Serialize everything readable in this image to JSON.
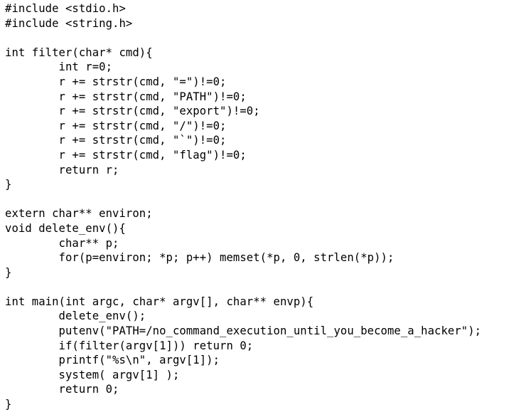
{
  "code": {
    "lines": [
      "#include <stdio.h>",
      "#include <string.h>",
      "",
      "int filter(char* cmd){",
      "        int r=0;",
      "        r += strstr(cmd, \"=\")!=0;",
      "        r += strstr(cmd, \"PATH\")!=0;",
      "        r += strstr(cmd, \"export\")!=0;",
      "        r += strstr(cmd, \"/\")!=0;",
      "        r += strstr(cmd, \"`\")!=0;",
      "        r += strstr(cmd, \"flag\")!=0;",
      "        return r;",
      "}",
      "",
      "extern char** environ;",
      "void delete_env(){",
      "        char** p;",
      "        for(p=environ; *p; p++) memset(*p, 0, strlen(*p));",
      "}",
      "",
      "int main(int argc, char* argv[], char** envp){",
      "        delete_env();",
      "        putenv(\"PATH=/no_command_execution_until_you_become_a_hacker\");",
      "        if(filter(argv[1])) return 0;",
      "        printf(\"%s\\n\", argv[1]);",
      "        system( argv[1] );",
      "        return 0;",
      "}"
    ]
  }
}
